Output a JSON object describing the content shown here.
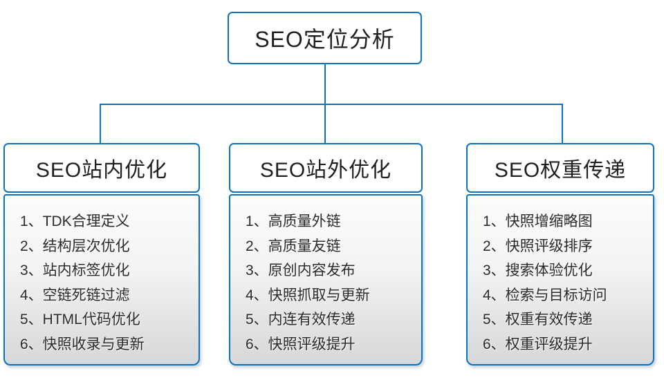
{
  "root": {
    "title": "SEO定位分析"
  },
  "columns": [
    {
      "title": "SEO站内优化",
      "items": [
        "1、TDK合理定义",
        "2、结构层次优化",
        "3、站内标签优化",
        "4、空链死链过滤",
        "5、HTML代码优化",
        "6、快照收录与更新"
      ]
    },
    {
      "title": "SEO站外优化",
      "items": [
        "1、高质量外链",
        "2、高质量友链",
        "3、原创内容发布",
        "4、快照抓取与更新",
        "5、内连有效传递",
        "6、快照评级提升"
      ]
    },
    {
      "title": "SEO权重传递",
      "items": [
        "1、快照增缩略图",
        "2、快照评级排序",
        "3、搜索体验优化",
        "4、检索与目标访问",
        "5、权重有效传递",
        "6、权重评级提升"
      ]
    }
  ],
  "colors": {
    "accent": "#0b72c2",
    "text": "#1f1f1f",
    "body_gradient_top": "#fcfcfd",
    "body_gradient_bottom": "#d7d8da"
  }
}
